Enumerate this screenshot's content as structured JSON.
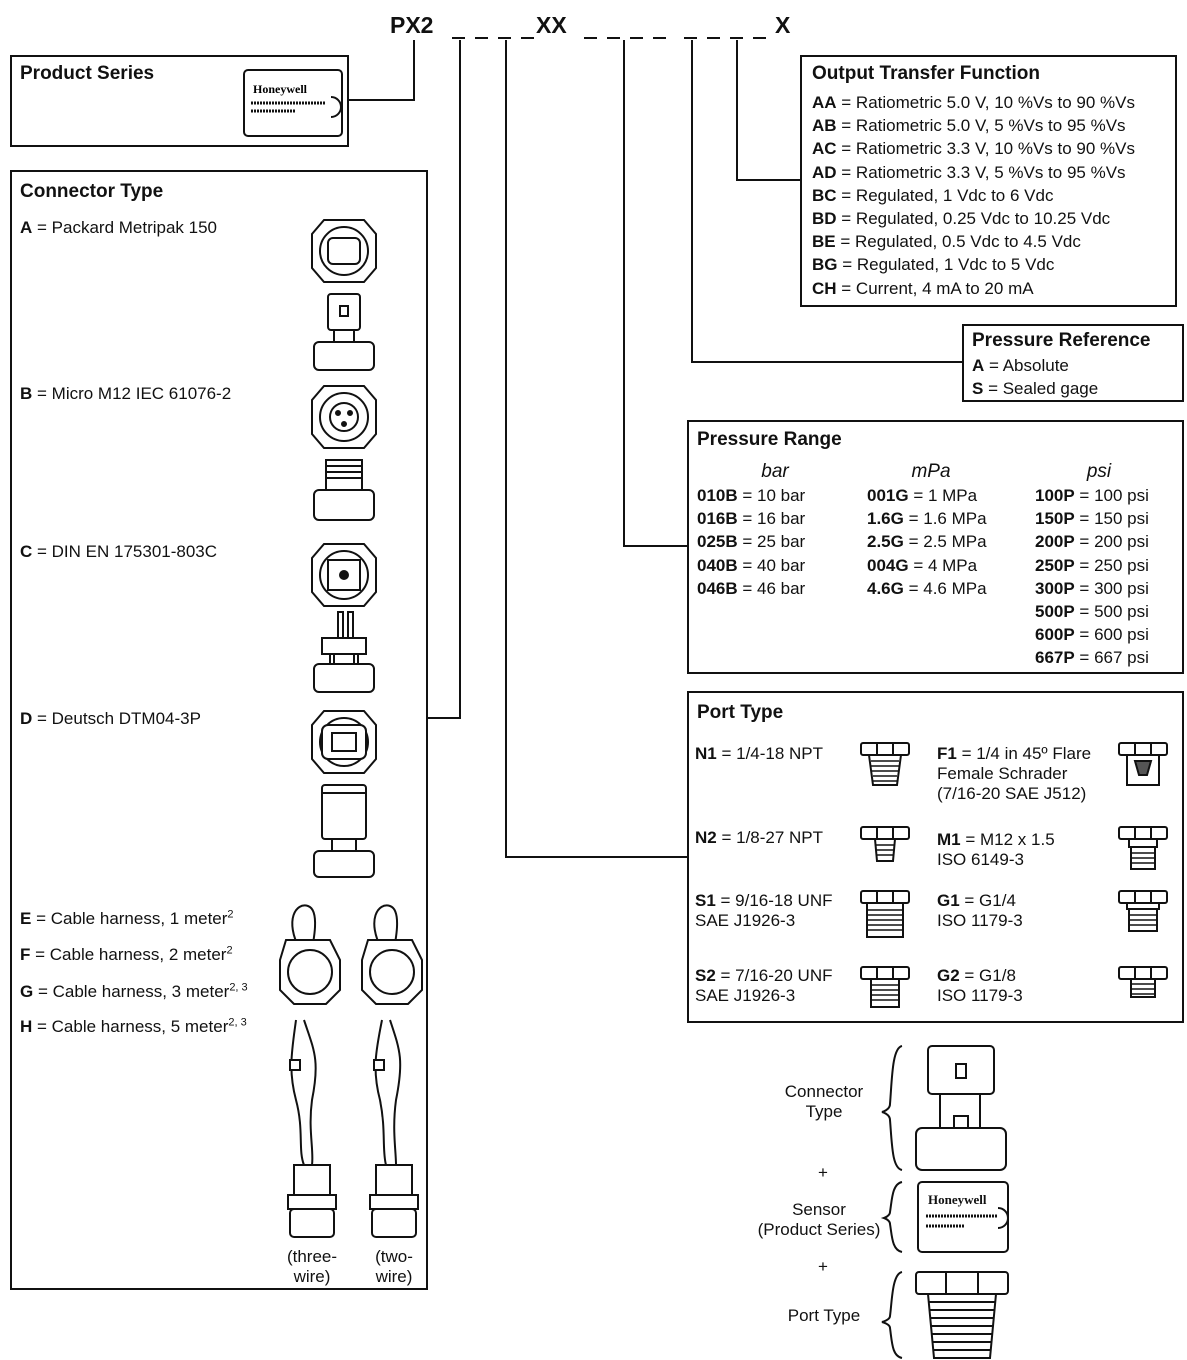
{
  "model": {
    "prefix": "PX2",
    "mid": "XX",
    "end": "X"
  },
  "product_series": {
    "title": "Product Series",
    "sensor_brand": "Honeywell"
  },
  "connector": {
    "title": "Connector Type",
    "items": [
      {
        "code": "A",
        "label": " = Packard Metripak 150"
      },
      {
        "code": "B",
        "label": " = Micro M12 IEC 61076-2"
      },
      {
        "code": "C",
        "label": " = DIN EN 175301-803C"
      },
      {
        "code": "D",
        "label": " = Deutsch DTM04-3P"
      }
    ],
    "cables": [
      {
        "code": "E",
        "label": " = Cable harness, 1 meter",
        "sup": "2"
      },
      {
        "code": "F",
        "label": " = Cable harness, 2 meter",
        "sup": "2"
      },
      {
        "code": "G",
        "label": " = Cable harness, 3 meter",
        "sup": "2, 3"
      },
      {
        "code": "H",
        "label": " = Cable harness, 5 meter",
        "sup": "2, 3"
      }
    ],
    "three_wire": [
      "(three-",
      "wire)"
    ],
    "two_wire": [
      "(two-",
      "wire)"
    ]
  },
  "output": {
    "title": "Output Transfer Function",
    "items": [
      {
        "code": "AA",
        "label": " = Ratiometric 5.0 V, 10 %Vs to 90 %Vs"
      },
      {
        "code": "AB",
        "label": " = Ratiometric 5.0 V, 5 %Vs to 95 %Vs"
      },
      {
        "code": "AC",
        "label": " = Ratiometric 3.3 V, 10 %Vs to 90 %Vs"
      },
      {
        "code": "AD",
        "label": " = Ratiometric 3.3 V, 5 %Vs to 95 %Vs"
      },
      {
        "code": "BC",
        "label": " = Regulated, 1 Vdc to 6 Vdc"
      },
      {
        "code": "BD",
        "label": " = Regulated, 0.25 Vdc to 10.25 Vdc"
      },
      {
        "code": "BE",
        "label": " = Regulated, 0.5 Vdc to 4.5 Vdc"
      },
      {
        "code": "BG",
        "label": " = Regulated, 1 Vdc to 5 Vdc"
      },
      {
        "code": "CH",
        "label": " = Current, 4 mA to 20 mA"
      }
    ]
  },
  "reference": {
    "title": "Pressure Reference",
    "items": [
      {
        "code": "A",
        "label": " = Absolute"
      },
      {
        "code": "S",
        "label": " = Sealed gage"
      }
    ]
  },
  "range": {
    "title": "Pressure Range",
    "units": [
      "bar",
      "mPa",
      "psi"
    ],
    "bar": [
      {
        "code": "010B",
        "label": " = 10 bar"
      },
      {
        "code": "016B",
        "label": " = 16 bar"
      },
      {
        "code": "025B",
        "label": " = 25 bar"
      },
      {
        "code": "040B",
        "label": " = 40 bar"
      },
      {
        "code": "046B",
        "label": " = 46 bar"
      }
    ],
    "mpa": [
      {
        "code": "001G",
        "label": " = 1 MPa"
      },
      {
        "code": "1.6G",
        "label": " = 1.6 MPa"
      },
      {
        "code": "2.5G",
        "label": " = 2.5 MPa"
      },
      {
        "code": "004G",
        "label": " = 4 MPa"
      },
      {
        "code": "4.6G",
        "label": " = 4.6 MPa"
      }
    ],
    "psi": [
      {
        "code": "100P",
        "label": " = 100 psi"
      },
      {
        "code": "150P",
        "label": " = 150 psi"
      },
      {
        "code": "200P",
        "label": " = 200 psi"
      },
      {
        "code": "250P",
        "label": " = 250 psi"
      },
      {
        "code": "300P",
        "label": " = 300 psi"
      },
      {
        "code": "500P",
        "label": " = 500 psi"
      },
      {
        "code": "600P",
        "label": " = 600 psi"
      },
      {
        "code": "667P",
        "label": " = 667 psi"
      }
    ]
  },
  "port": {
    "title": "Port Type",
    "n1": {
      "code": "N1",
      "label": " = 1/4-18 NPT"
    },
    "f1": {
      "code": "F1",
      "label": " = 1/4 in 45º Flare",
      "line2": "Female Schrader",
      "line3": "(7/16-20 SAE J512)"
    },
    "n2": {
      "code": "N2",
      "label": " = 1/8-27 NPT"
    },
    "m1": {
      "code": "M1",
      "label": " = M12 x 1.5",
      "line2": "ISO 6149-3"
    },
    "s1": {
      "code": "S1",
      "label": " = 9/16-18 UNF",
      "line2": "SAE J1926-3"
    },
    "g1": {
      "code": "G1",
      "label": " = G1/4",
      "line2": "ISO 1179-3"
    },
    "s2": {
      "code": "S2",
      "label": " = 7/16-20 UNF",
      "line2": "SAE J1926-3"
    },
    "g2": {
      "code": "G2",
      "label": " = G1/8",
      "line2": "ISO 1179-3"
    }
  },
  "assembly": {
    "connector": [
      "Connector",
      "Type"
    ],
    "plus": "+",
    "sensor": [
      "Sensor",
      "(Product Series)"
    ],
    "port": "Port Type"
  }
}
